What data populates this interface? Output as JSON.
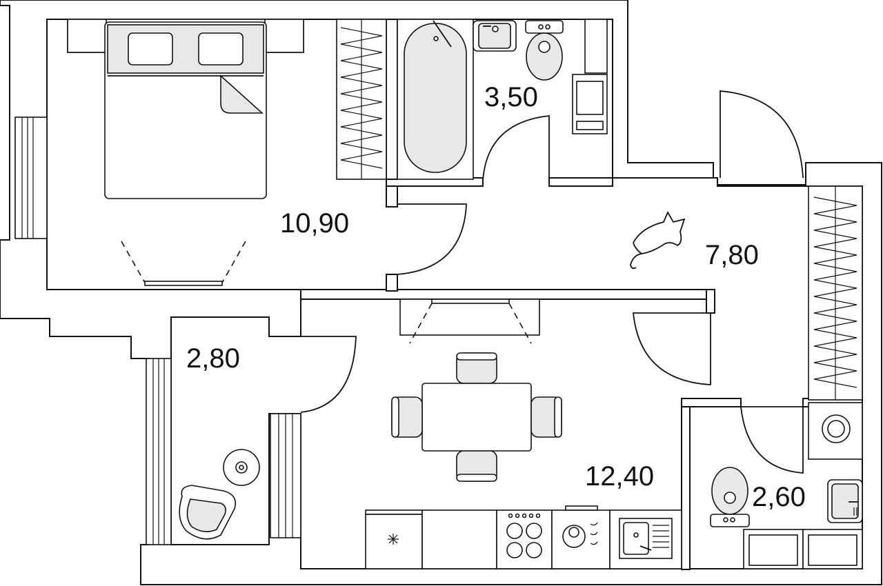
{
  "plan": {
    "rooms": [
      {
        "id": "bedroom",
        "area": "10,90"
      },
      {
        "id": "bathroom",
        "area": "3,50"
      },
      {
        "id": "hallway",
        "area": "7,80"
      },
      {
        "id": "balcony",
        "area": "2,80"
      },
      {
        "id": "kitchen-living",
        "area": "12,40"
      },
      {
        "id": "toilet",
        "area": "2,60"
      }
    ]
  }
}
